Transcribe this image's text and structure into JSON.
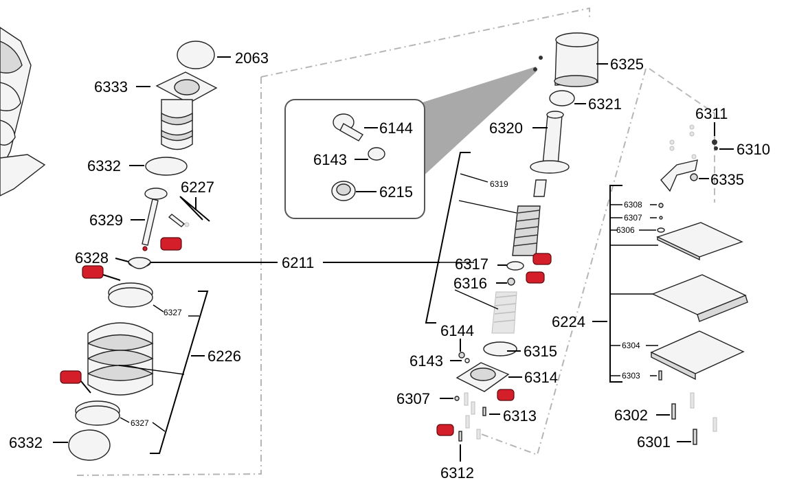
{
  "labels": {
    "l2063": "2063",
    "l6333": "6333",
    "l6332a": "6332",
    "l6227": "6227",
    "l6329": "6329",
    "l6328": "6328",
    "l6211": "6211",
    "l6327a": "6327",
    "l6226": "6226",
    "l6327b": "6327",
    "l6332b": "6332",
    "l6144a": "6144",
    "l6143a": "6143",
    "l6215": "6215",
    "l6325": "6325",
    "l6321": "6321",
    "l6320": "6320",
    "l6319": "6319",
    "l6317": "6317",
    "l6316": "6316",
    "l6144b": "6144",
    "l6143b": "6143",
    "l6315": "6315",
    "l6314": "6314",
    "l6307a": "6307",
    "l6313": "6313",
    "l6312": "6312",
    "l6311": "6311",
    "l6310": "6310",
    "l6335": "6335",
    "l6308": "6308",
    "l6307b": "6307",
    "l6306": "6306",
    "l6224": "6224",
    "l6304": "6304",
    "l6303": "6303",
    "l6302": "6302",
    "l6301": "6301"
  },
  "colors": {
    "highlight_part": "#d41f2b",
    "guide_line": "#b5b5b5"
  }
}
